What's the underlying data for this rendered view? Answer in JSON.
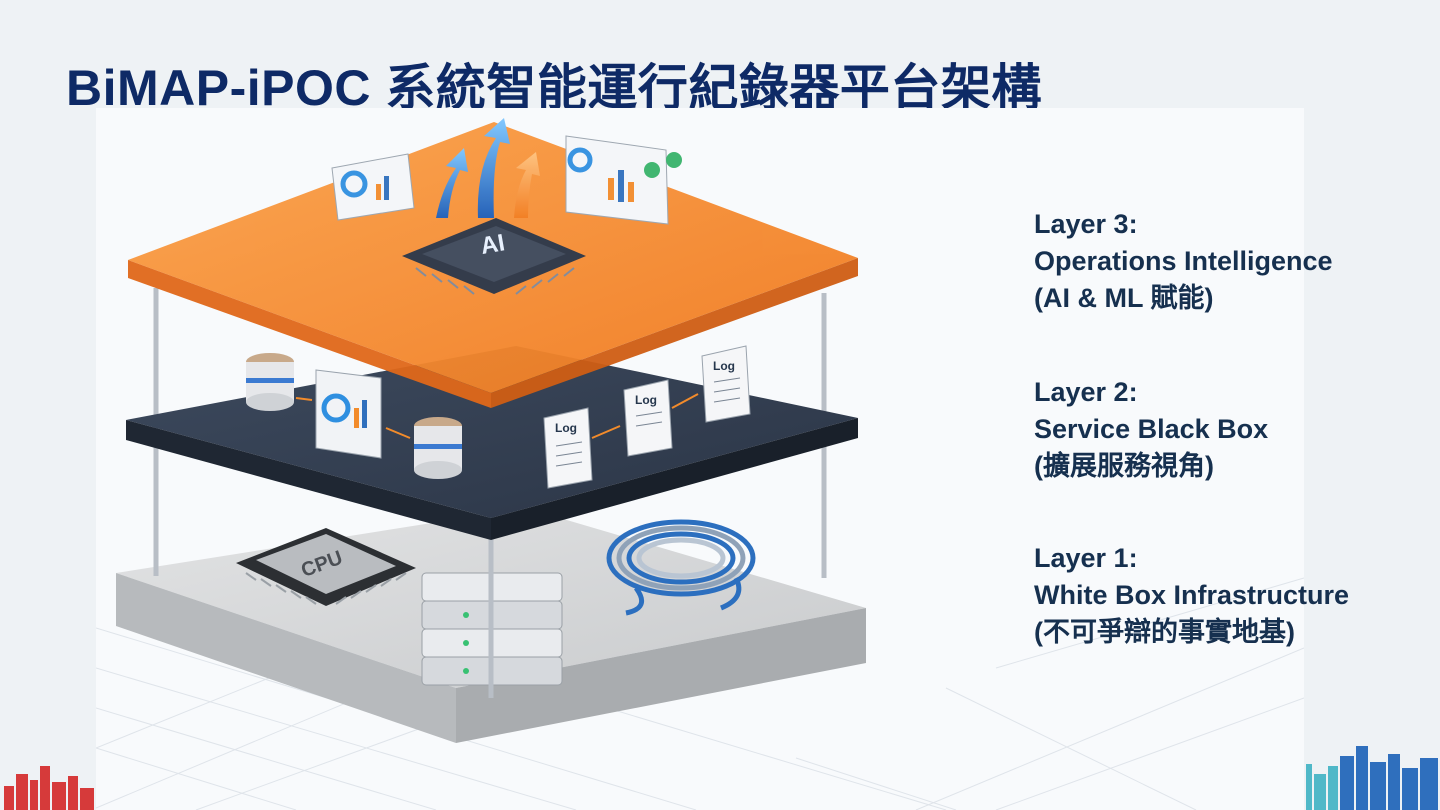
{
  "slide": {
    "title": "BiMAP-iPOC 系統智能運行紀錄器平台架構"
  },
  "layers": [
    {
      "heading": "Layer 3:",
      "name": "Operations Intelligence",
      "note": "(AI & ML 賦能)"
    },
    {
      "heading": "Layer 2:",
      "name": "Service Black Box",
      "note": "(擴展服務視角)"
    },
    {
      "heading": "Layer 1:",
      "name": "White Box Infrastructure",
      "note": "(不可爭辯的事實地基)"
    }
  ],
  "illustration": {
    "ai_chip_label": "AI",
    "cpu_label": "CPU",
    "log_label": "Log"
  },
  "colors": {
    "title": "#0e2a66",
    "layer_text": "#16304f",
    "top_plate": "#f7943c",
    "middle_plate": "#2f3a4c",
    "base_plate": "#d4d6d8",
    "skyline_red": "#d63a3a",
    "skyline_blue": "#2f6fbd",
    "skyline_teal": "#4fb8c8"
  }
}
